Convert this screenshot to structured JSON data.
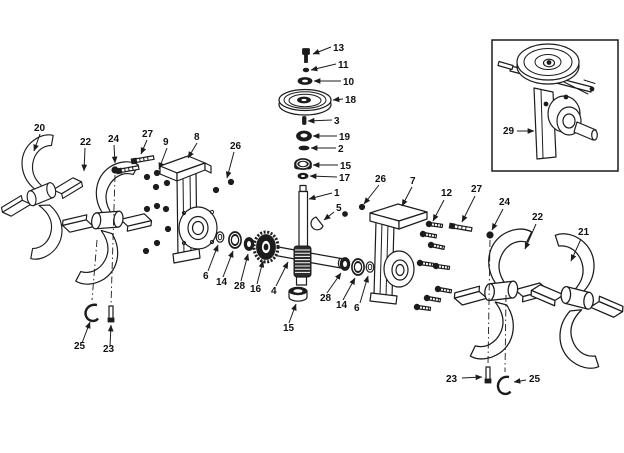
{
  "figure": {
    "kind": "exploded-parts-diagram",
    "subject": "tiller-gearbox-and-tine-assembly",
    "background_color": "#ffffff",
    "line_color": "#1c1c1c"
  },
  "callouts": {
    "bolt_13": "13",
    "lockwasher_11": "11",
    "washer_10": "10",
    "pulley_18": "18",
    "key_3": "3",
    "bearing_19": "19",
    "spacer_2": "2",
    "bearing_15_top": "15",
    "washer_17": "17",
    "shaft_1": "1",
    "key_5": "5",
    "nut_26_right": "26",
    "housing_7": "7",
    "bolt_12": "12",
    "bolt_27_right": "27",
    "nut_24_right": "24",
    "tine_22_right": "22",
    "tine_21": "21",
    "tine_20": "20",
    "tine_22_left": "22",
    "nut_24_left": "24",
    "bolt_27_left": "27",
    "bolt_9": "9",
    "housing_8": "8",
    "nut_26_left": "26",
    "ring_6_left": "6",
    "bearing_14_left": "14",
    "washer_28_left": "28",
    "gear_16": "16",
    "shaft_4": "4",
    "bushing_15_bottom": "15",
    "washer_28_right": "28",
    "bearing_14_right": "14",
    "ring_6_right": "6",
    "clip_25_left": "25",
    "pin_23_left": "23",
    "pin_23_right": "23",
    "clip_25_right": "25",
    "assembly_29": "29"
  }
}
